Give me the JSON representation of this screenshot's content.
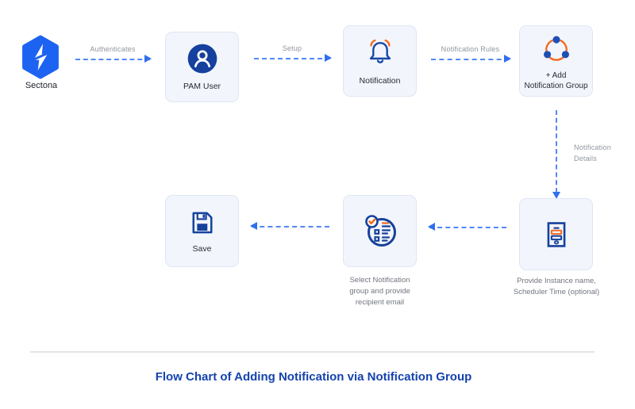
{
  "page": {
    "title": "Flow Chart of Adding Notification via Notification Group"
  },
  "logo": {
    "label": "Sectona"
  },
  "nodes": [
    {
      "id": "pam-user",
      "label": "PAM User",
      "icon": "user-icon"
    },
    {
      "id": "notification",
      "label": "Notification",
      "icon": "bell-icon"
    },
    {
      "id": "add-notification-group",
      "label": "+ Add\nNotification Group",
      "icon": "group-icon"
    },
    {
      "id": "provide-instance",
      "caption": "Provide Instance name,\nScheduler Time (optional)",
      "icon": "form-icon"
    },
    {
      "id": "select-notification-group",
      "caption": "Select Notification\ngroup and provide\nrecipient email",
      "icon": "checklist-icon"
    },
    {
      "id": "save",
      "label": "Save",
      "icon": "save-icon"
    }
  ],
  "arrows": [
    {
      "id": "authenticates",
      "label": "Authenticates",
      "direction": "right"
    },
    {
      "id": "setup",
      "label": "Setup",
      "direction": "right"
    },
    {
      "id": "notification-rules",
      "label": "Notification Rules",
      "direction": "right"
    },
    {
      "id": "notification-details",
      "label": "Notification\nDetails",
      "direction": "down"
    },
    {
      "id": "to-select-group",
      "label": "",
      "direction": "left"
    },
    {
      "id": "to-save",
      "label": "",
      "direction": "left"
    }
  ],
  "colors": {
    "brand_blue": "#1d63f2",
    "icon_navy": "#16429c",
    "icon_orange": "#f4691e",
    "arrow_blue": "#5288f5",
    "arrow_head_blue": "#2f6ff0",
    "node_bg": "#f2f5fc",
    "node_border": "#dfe6f3",
    "title_blue": "#1443ae",
    "label_gray": "#8f959d",
    "caption_gray": "#71767f"
  }
}
